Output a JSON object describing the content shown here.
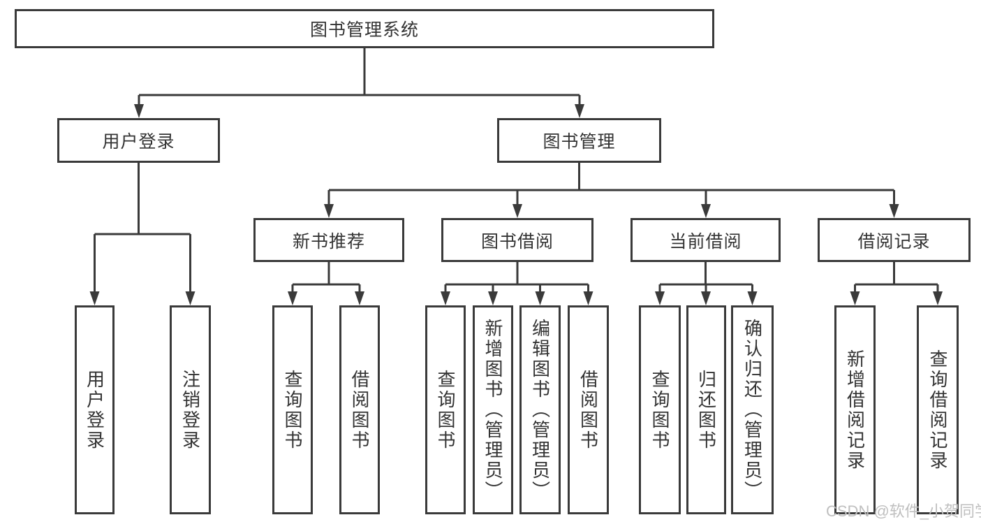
{
  "tree": {
    "root": {
      "label": "图书管理系统"
    },
    "branches": [
      {
        "label": "用户登录",
        "children": [
          {
            "label": "用户登录"
          },
          {
            "label": "注销登录"
          }
        ]
      },
      {
        "label": "图书管理",
        "children": [
          {
            "label": "新书推荐",
            "children": [
              {
                "label": "查询图书"
              },
              {
                "label": "借阅图书"
              }
            ]
          },
          {
            "label": "图书借阅",
            "children": [
              {
                "label": "查询图书"
              },
              {
                "label": "新增图书（管理员）"
              },
              {
                "label": "编辑图书（管理员）"
              },
              {
                "label": "借阅图书"
              }
            ]
          },
          {
            "label": "当前借阅",
            "children": [
              {
                "label": "查询图书"
              },
              {
                "label": "归还图书"
              },
              {
                "label": "确认归还（管理员）"
              }
            ]
          },
          {
            "label": "借阅记录",
            "children": [
              {
                "label": "新增借阅记录"
              },
              {
                "label": "查询借阅记录"
              }
            ]
          }
        ]
      }
    ]
  },
  "watermark": {
    "text": "CSDN @软件_小贺同学"
  },
  "colors": {
    "line": "#3a3a3a",
    "text": "#333333",
    "watermark": "#bfbfbf",
    "background": "#ffffff"
  }
}
